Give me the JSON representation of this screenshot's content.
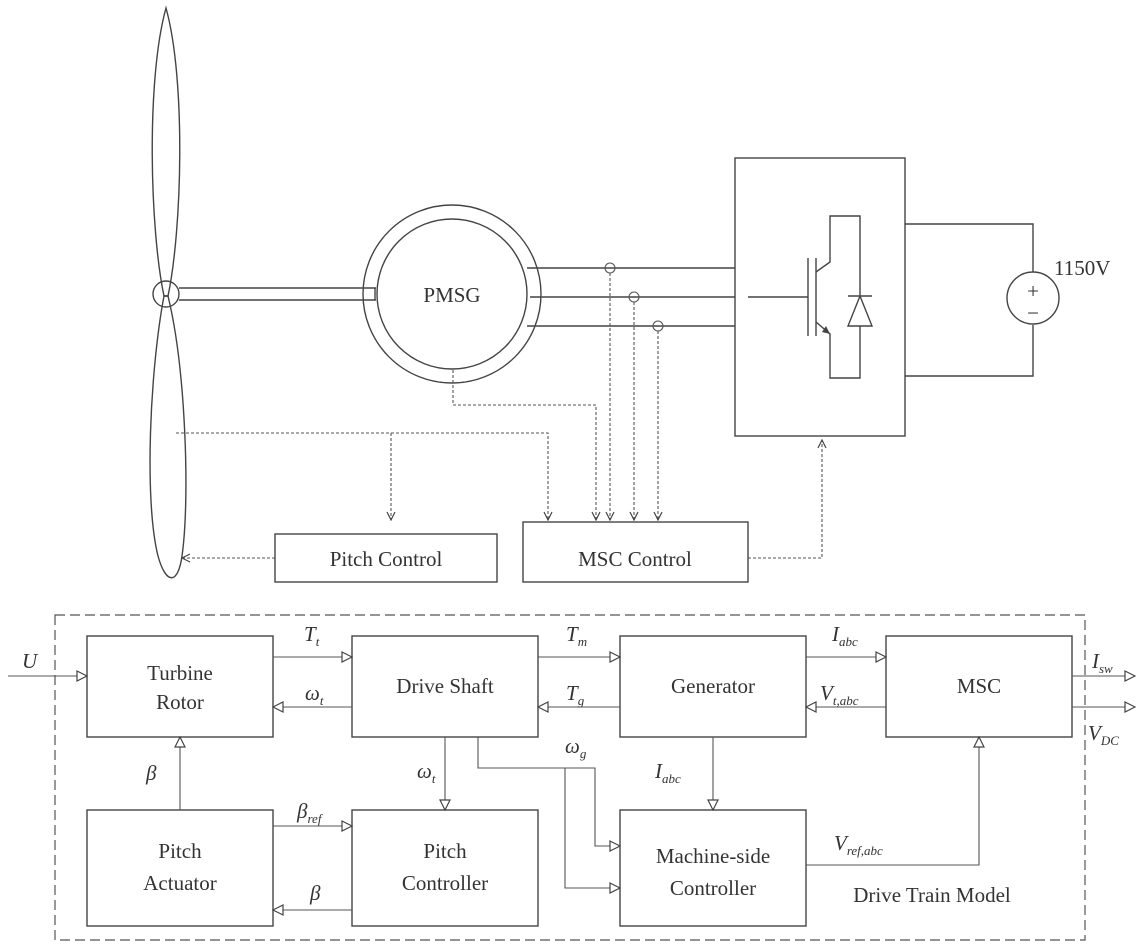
{
  "top": {
    "generator_label": "PMSG",
    "voltage_label": "1150V",
    "plus_sign": "+",
    "minus_sign": "−",
    "pitch_control_label": "Pitch Control",
    "msc_control_label": "MSC Control"
  },
  "model": {
    "title": "Drive Train Model",
    "blocks": {
      "turbine_rotor": [
        "Turbine",
        "Rotor"
      ],
      "drive_shaft": "Drive Shaft",
      "generator": "Generator",
      "msc": "MSC",
      "pitch_actuator": [
        "Pitch",
        "Actuator"
      ],
      "pitch_controller": [
        "Pitch",
        "Controller"
      ],
      "machine_side_controller": [
        "Machine-side",
        "Controller"
      ]
    },
    "signals": {
      "U": {
        "main": "U",
        "sub": ""
      },
      "T_t": {
        "main": "T",
        "sub": "t"
      },
      "omega_t_rotor": {
        "main": "ω",
        "sub": "t"
      },
      "T_m": {
        "main": "T",
        "sub": "m"
      },
      "T_g": {
        "main": "T",
        "sub": "g"
      },
      "I_abc_top": {
        "main": "I",
        "sub": "abc"
      },
      "V_t_abc": {
        "main": "V",
        "sub": "t,abc"
      },
      "I_sw": {
        "main": "I",
        "sub": "sw"
      },
      "V_DC": {
        "main": "V",
        "sub": "DC"
      },
      "beta_up": {
        "main": "β",
        "sub": ""
      },
      "omega_t_ctrl": {
        "main": "ω",
        "sub": "t"
      },
      "omega_g": {
        "main": "ω",
        "sub": "g"
      },
      "I_abc_ctrl": {
        "main": "I",
        "sub": "abc"
      },
      "beta_ref": {
        "main": "β",
        "sub": "ref"
      },
      "beta_fb": {
        "main": "β",
        "sub": ""
      },
      "V_ref_abc": {
        "main": "V",
        "sub": "ref,abc"
      }
    }
  }
}
